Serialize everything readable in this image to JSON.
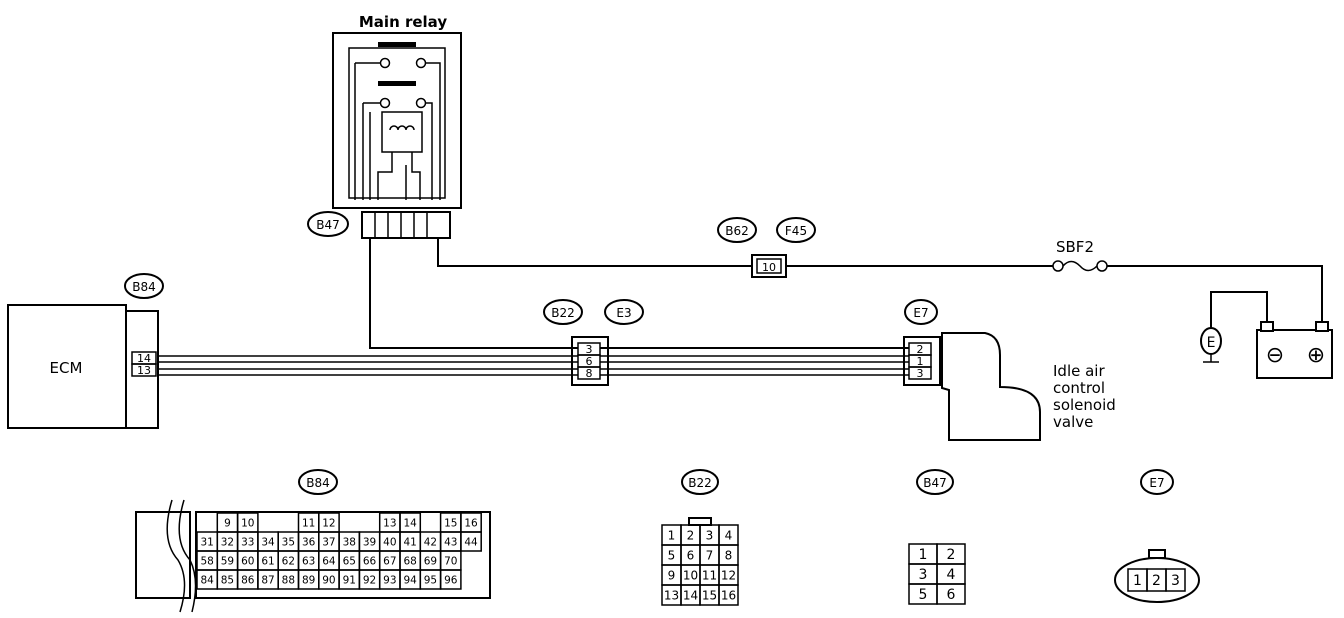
{
  "relay": {
    "title": "Main relay",
    "connector": "B47"
  },
  "fuse": {
    "connector_left": "B62",
    "connector_right": "F45",
    "pin": "10",
    "label": "SBF2"
  },
  "ecm": {
    "label": "ECM",
    "connector": "B84",
    "pins": [
      "14",
      "13"
    ]
  },
  "joint": {
    "left": "B22",
    "right": "E3",
    "pins": [
      "3",
      "6",
      "8"
    ]
  },
  "valve": {
    "connector": "E7",
    "pins": [
      "2",
      "1",
      "3"
    ],
    "label_lines": [
      "Idle air",
      "control",
      "solenoid",
      "valve"
    ]
  },
  "ground_label": "E",
  "battery": {
    "minus": "⊖",
    "plus": "⊕"
  },
  "faces": {
    "b84": {
      "title": "B84",
      "row1": [
        "9",
        "10",
        "11",
        "12",
        "13",
        "14",
        "15",
        "16"
      ],
      "row2": [
        "31",
        "32",
        "33",
        "34",
        "35",
        "36",
        "37",
        "38",
        "39",
        "40",
        "41",
        "42",
        "43",
        "44"
      ],
      "row3": [
        "58",
        "59",
        "60",
        "61",
        "62",
        "63",
        "64",
        "65",
        "66",
        "67",
        "68",
        "69",
        "70"
      ],
      "row4": [
        "84",
        "85",
        "86",
        "87",
        "88",
        "89",
        "90",
        "91",
        "92",
        "93",
        "94",
        "95",
        "96"
      ]
    },
    "b22": {
      "title": "B22",
      "rows": [
        [
          "1",
          "2",
          "3",
          "4"
        ],
        [
          "5",
          "6",
          "7",
          "8"
        ],
        [
          "9",
          "10",
          "11",
          "12"
        ],
        [
          "13",
          "14",
          "15",
          "16"
        ]
      ]
    },
    "b47": {
      "title": "B47",
      "rows": [
        [
          "1",
          "2"
        ],
        [
          "3",
          "4"
        ],
        [
          "5",
          "6"
        ]
      ]
    },
    "e7": {
      "title": "E7",
      "pins": [
        "1",
        "2",
        "3"
      ]
    }
  }
}
